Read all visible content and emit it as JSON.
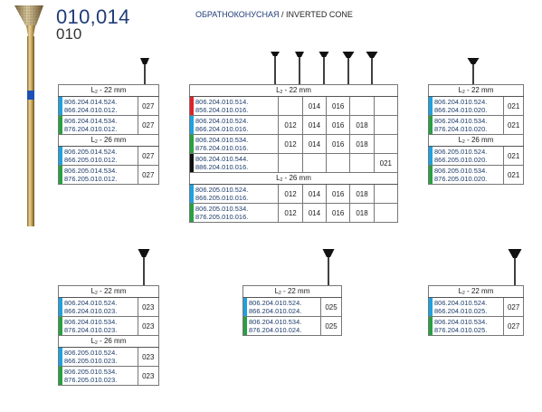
{
  "header": {
    "title_numbers": "010,014",
    "subtitle_number": "010",
    "shape_ru": "ОБРАТНОКОНУСНАЯ",
    "shape_separator": " / ",
    "shape_en": "INVERTED CONE"
  },
  "colors": {
    "blue": "#1da1e0",
    "green": "#27a040",
    "red": "#e0202a",
    "black": "#111111",
    "title": "#1f3c78"
  },
  "icons": [
    "bur-shank-icon",
    "inverted-cone-head-icon"
  ],
  "label_prefix": "L",
  "label_sub": "2",
  "tables": {
    "t1": {
      "sec1_label": " - 22 mm",
      "sec2_label": " - 26 mm",
      "rows1": [
        {
          "color": "blue",
          "code1": "806.204.014.524.",
          "code2": "866.204.010.012.",
          "v": "027"
        },
        {
          "color": "green",
          "code1": "806.204.014.534.",
          "code2": "876.204.010.012.",
          "v": "027"
        }
      ],
      "rows2": [
        {
          "color": "blue",
          "code1": "806.205.014.524.",
          "code2": "866.205.010.012.",
          "v": "027"
        },
        {
          "color": "green",
          "code1": "806.205.014.534.",
          "code2": "876.205.010.012.",
          "v": "027"
        }
      ]
    },
    "t2": {
      "sec1_label": " - 22 mm",
      "sec2_label": " - 26 mm",
      "rows1": [
        {
          "color": "red",
          "code1": "806.204.010.514.",
          "code2": "856.204.010.016.",
          "c1": "",
          "c2": "014",
          "c3": "016",
          "c4": "",
          "c5": ""
        },
        {
          "color": "blue",
          "code1": "806.204.010.524.",
          "code2": "866.204.010.016.",
          "c1": "012",
          "c2": "014",
          "c3": "016",
          "c4": "018",
          "c5": ""
        },
        {
          "color": "green",
          "code1": "806.204.010.534.",
          "code2": "876.204.010.016.",
          "c1": "012",
          "c2": "014",
          "c3": "016",
          "c4": "018",
          "c5": ""
        },
        {
          "color": "black",
          "code1": "806.204.010.544.",
          "code2": "886.204.010.016.",
          "c1": "",
          "c2": "",
          "c3": "",
          "c4": "",
          "c5": "021"
        }
      ],
      "rows2": [
        {
          "color": "blue",
          "code1": "806.205.010.524.",
          "code2": "866.205.010.016.",
          "c1": "012",
          "c2": "014",
          "c3": "016",
          "c4": "018",
          "c5": ""
        },
        {
          "color": "green",
          "code1": "806.205.010.534.",
          "code2": "876.205.010.016.",
          "c1": "012",
          "c2": "014",
          "c3": "016",
          "c4": "018",
          "c5": ""
        }
      ]
    },
    "t3": {
      "sec1_label": " - 22 mm",
      "sec2_label": " - 26 mm",
      "rows1": [
        {
          "color": "blue",
          "code1": "806.204.010.524.",
          "code2": "866.204.010.020.",
          "v": "021"
        },
        {
          "color": "green",
          "code1": "806.204.010.534.",
          "code2": "876.204.010.020.",
          "v": "021"
        }
      ],
      "rows2": [
        {
          "color": "blue",
          "code1": "806.205.010.524.",
          "code2": "866.205.010.020.",
          "v": "021"
        },
        {
          "color": "green",
          "code1": "806.205.010.534.",
          "code2": "876.205.010.020.",
          "v": "021"
        }
      ]
    },
    "t4": {
      "sec1_label": " - 22 mm",
      "sec2_label": " - 26 mm",
      "rows1": [
        {
          "color": "blue",
          "code1": "806.204.010.524.",
          "code2": "866.204.010.023.",
          "v": "023"
        },
        {
          "color": "green",
          "code1": "806.204.010.534.",
          "code2": "876.204.010.023.",
          "v": "023"
        }
      ],
      "rows2": [
        {
          "color": "blue",
          "code1": "806.205.010.524.",
          "code2": "866.205.010.023.",
          "v": "023"
        },
        {
          "color": "green",
          "code1": "806.205.010.534.",
          "code2": "876.205.010.023.",
          "v": "023"
        }
      ]
    },
    "t5": {
      "sec1_label": " - 22 mm",
      "rows1": [
        {
          "color": "blue",
          "code1": "806.204.010.524.",
          "code2": "866.204.010.024.",
          "v": "025"
        },
        {
          "color": "green",
          "code1": "806.204.010.534.",
          "code2": "876.204.010.024.",
          "v": "025"
        }
      ]
    },
    "t6": {
      "sec1_label": " - 22 mm",
      "rows1": [
        {
          "color": "blue",
          "code1": "806.204.010.524.",
          "code2": "866.204.010.025.",
          "v": "027"
        },
        {
          "color": "green",
          "code1": "806.204.010.534.",
          "code2": "876.204.010.025.",
          "v": "027"
        }
      ]
    }
  }
}
